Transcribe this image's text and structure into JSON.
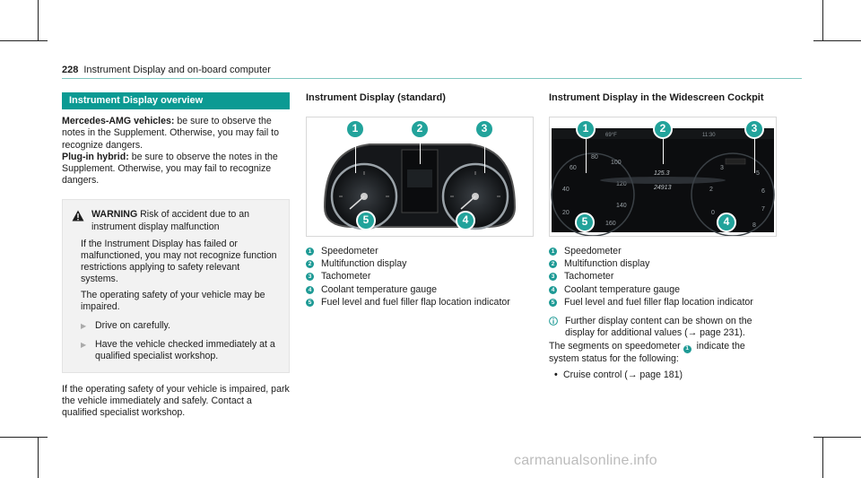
{
  "header": {
    "page_number": "228",
    "title": "Instrument Display and on-board computer"
  },
  "col1": {
    "section_title": "Instrument Display overview",
    "amg_label": "Mercedes-AMG vehicles:",
    "amg_text": " be sure to observe the notes in the Supplement. Otherwise, you may fail to recognize dangers.",
    "hybrid_label": "Plug-in hybrid:",
    "hybrid_text": " be sure to observe the notes in the Supplement. Otherwise, you may fail to recognize dangers.",
    "warning": {
      "label": "WARNING",
      "title": " Risk of accident due to an instrument display malfunction",
      "para1": "If the Instrument Display has failed or malfunctioned, you may not recognize function restrictions applying to safety relevant systems.",
      "para2": "The operating safety of your vehicle may be impaired.",
      "step1": "Drive on carefully.",
      "step2": "Have the vehicle checked immediately at a qualified specialist workshop."
    },
    "closing": "If the operating safety of your vehicle is impaired, park the vehicle immediately and safely. Contact a qualified specialist workshop."
  },
  "col2": {
    "heading": "Instrument Display (standard)",
    "items": [
      {
        "num": "1",
        "label": "Speedometer"
      },
      {
        "num": "2",
        "label": "Multifunction display"
      },
      {
        "num": "3",
        "label": "Tachometer"
      },
      {
        "num": "4",
        "label": "Coolant temperature gauge"
      },
      {
        "num": "5",
        "label": "Fuel level and fuel filler flap location indicator"
      }
    ]
  },
  "col3": {
    "heading": "Instrument Display in the Widescreen Cockpit",
    "items": [
      {
        "num": "1",
        "label": "Speedometer"
      },
      {
        "num": "2",
        "label": "Multifunction display"
      },
      {
        "num": "3",
        "label": "Tachometer"
      },
      {
        "num": "4",
        "label": "Coolant temperature gauge"
      },
      {
        "num": "5",
        "label": "Fuel level and fuel filler flap location indicator"
      }
    ],
    "note": "Further display content can be shown on the display for additional values (→ page 231).",
    "segments_pre": "The segments on speedometer",
    "segments_num": "1",
    "segments_post": " indicate the system status for the following:",
    "bullet": "Cruise control (→ page 181)"
  },
  "watermark": "carmanualsonline.info",
  "colors": {
    "accent": "#0b9a93",
    "callout": "#22a39b"
  }
}
